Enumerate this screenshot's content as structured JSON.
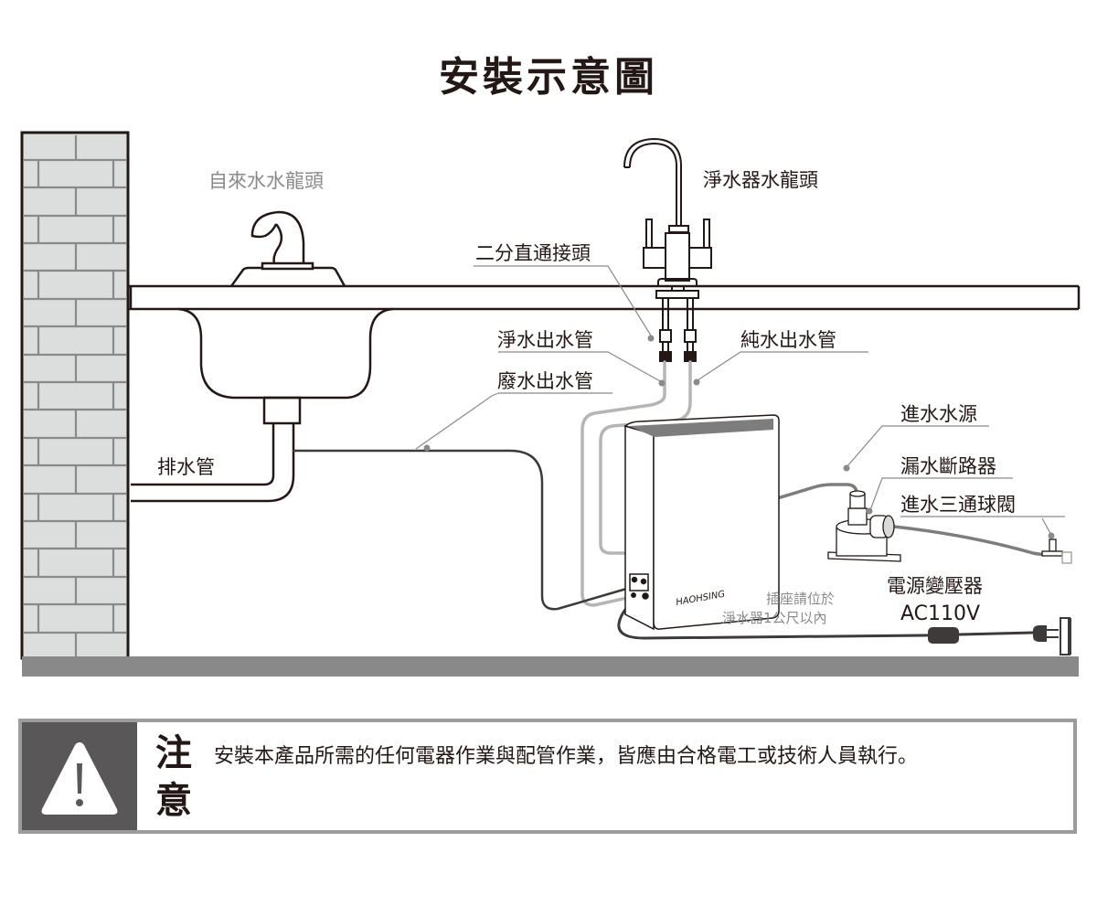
{
  "title": "安裝示意圖",
  "labels": {
    "tap_water_faucet": "自來水水龍頭",
    "purifier_faucet": "淨水器水龍頭",
    "straight_connector": "二分直通接頭",
    "purified_outlet_pipe": "淨水出水管",
    "pure_outlet_pipe": "純水出水管",
    "waste_outlet_pipe": "廢水出水管",
    "drain_pipe": "排水管",
    "inlet_source": "進水水源",
    "leak_breaker": "漏水斷路器",
    "inlet_ball_valve": "進水三通球閥",
    "power_adapter": "電源變壓器",
    "voltage": "AC110V",
    "socket_note_line1": "插座請位於",
    "socket_note_line2": "淨水器1公尺以內",
    "brand": "HAOHSING"
  },
  "notice": {
    "heading_char1": "注",
    "heading_char2": "意",
    "text": "安裝本產品所需的任何電器作業與配管作業，皆應由合格電工或技術人員執行。",
    "icon": "warning-triangle-icon"
  },
  "colors": {
    "line": "#231815",
    "brick_fill": "#dcdddd",
    "brick_mortar": "#898989",
    "floor": "#898989",
    "hose_light": "#b5b5b5",
    "hose_mid": "#7d7d7d",
    "notice_border": "#9c9c9c",
    "notice_icon_bg": "#595757"
  }
}
